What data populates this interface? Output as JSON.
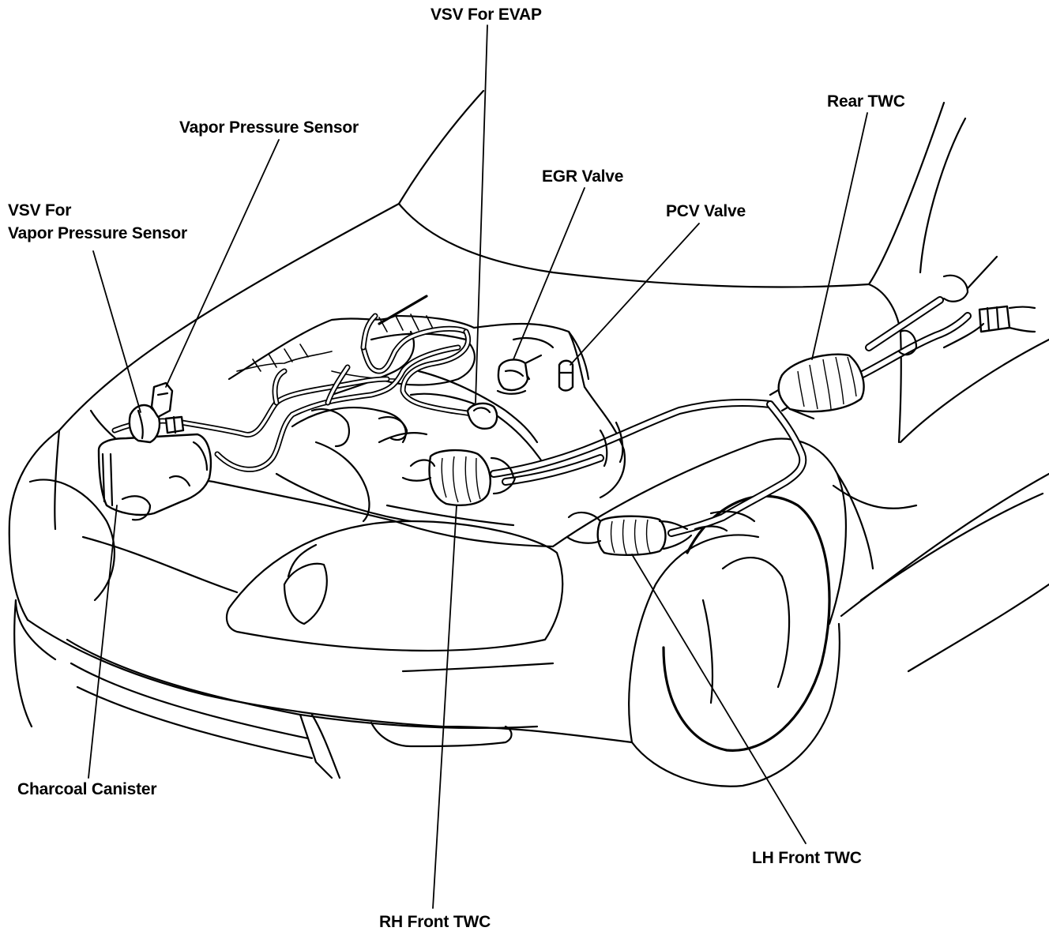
{
  "labels": {
    "vsv_evap": "VSV For EVAP",
    "rear_twc": "Rear TWC",
    "vapor_pressure_sensor": "Vapor Pressure Sensor",
    "egr_valve": "EGR Valve",
    "pcv_valve": "PCV Valve",
    "vsv_vps_line1": "VSV For",
    "vsv_vps_line2": "Vapor Pressure Sensor",
    "charcoal_canister": "Charcoal Canister",
    "lh_front_twc": "LH Front TWC",
    "rh_front_twc": "RH Front TWC"
  }
}
